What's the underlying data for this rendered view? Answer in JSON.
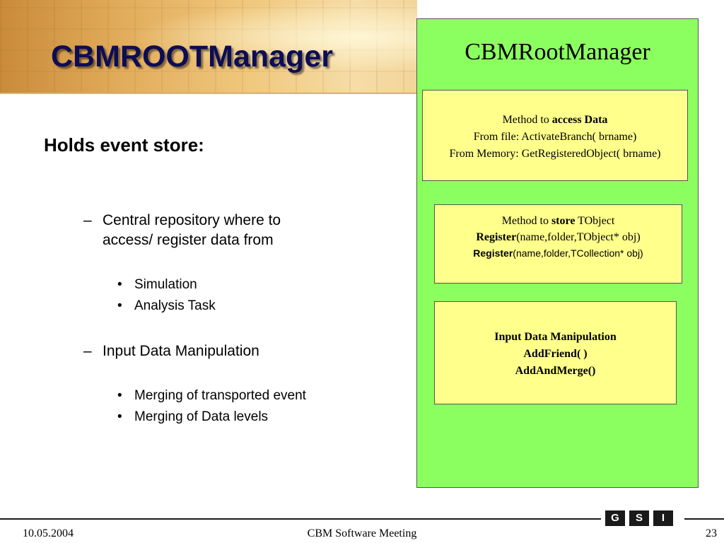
{
  "slide": {
    "title": "CBMROOTManager",
    "heading": "Holds event store:",
    "points": [
      {
        "mark": "–",
        "text": "Central repository where to access/ register data from"
      },
      {
        "mark": "•",
        "text": "Simulation"
      },
      {
        "mark": "•",
        "text": "Analysis Task"
      },
      {
        "mark": "–",
        "text": "Input Data Manipulation"
      },
      {
        "mark": "•",
        "text": "Merging of transported event"
      },
      {
        "mark": "•",
        "text": "Merging of Data levels"
      }
    ]
  },
  "panel": {
    "title": "CBMRootManager",
    "box1": {
      "line1_prefix": "Method to ",
      "line1_bold": "access Data",
      "line2": "From file: ActivateBranch( brname)",
      "line3": "From Memory: GetRegisteredObject( brname)"
    },
    "box2": {
      "line1_prefix": "Method to ",
      "line1_bold": "store",
      "line1_suffix": " TObject",
      "line2_bold": "Register",
      "line2_rest": "(name,folder,TObject* obj)",
      "line3_bold": "Register",
      "line3_rest": "(name,folder,TCollection* obj)"
    },
    "box3": {
      "line1": "Input Data Manipulation",
      "line2": "AddFriend( )",
      "line3": "AddAndMerge()"
    }
  },
  "footer": {
    "date": "10.05.2004",
    "meeting": "CBM Software Meeting",
    "page": "23",
    "logo_letters": [
      "G",
      "S",
      "I"
    ]
  }
}
